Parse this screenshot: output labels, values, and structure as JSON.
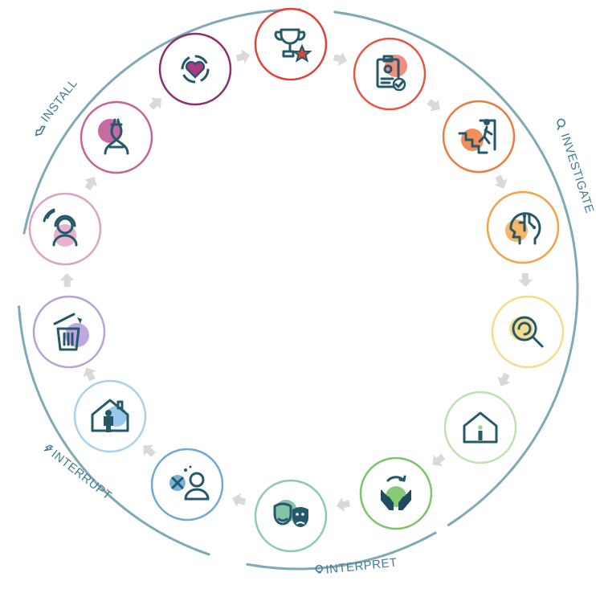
{
  "phases": [
    {
      "id": "install",
      "label": "INSTALL",
      "icon": "hand-icon"
    },
    {
      "id": "investigate",
      "label": "INVESTIGATE",
      "icon": "magnifier-icon"
    },
    {
      "id": "interpret",
      "label": "INTERPRET",
      "icon": "lightbulb-icon"
    },
    {
      "id": "interrupt",
      "label": "INTERRUPT",
      "icon": "lightning-icon"
    }
  ],
  "nodes": [
    {
      "icon": "trophy-star-icon",
      "ring_color": "#e0423a",
      "accent": "#e0423a"
    },
    {
      "icon": "clipboard-check-icon",
      "ring_color": "#e55646",
      "accent": "#f07a6a"
    },
    {
      "icon": "person-stairs-icon",
      "ring_color": "#ef7a3f",
      "accent": "#f07a3f"
    },
    {
      "icon": "head-circuit-icon",
      "ring_color": "#f4a24a",
      "accent": "#f5a84d"
    },
    {
      "icon": "magnifier-refresh-icon",
      "ring_color": "#f6dc8a",
      "accent": "#f4d67a"
    },
    {
      "icon": "house-person-icon",
      "ring_color": "#bfe0b0",
      "accent": "#9fd08d"
    },
    {
      "icon": "hands-cycle-icon",
      "ring_color": "#7cc46a",
      "accent": "#7cc46a"
    },
    {
      "icon": "theater-masks-icon",
      "ring_color": "#8ec9b3",
      "accent": "#6fb89a"
    },
    {
      "icon": "person-thought-icon",
      "ring_color": "#6fa9d6",
      "accent": "#6fa9d6"
    },
    {
      "icon": "house-person-blue-icon",
      "ring_color": "#a9d2ec",
      "accent": "#8ec3e8"
    },
    {
      "icon": "trash-can-icon",
      "ring_color": "#b7a2d6",
      "accent": "#b29ad8"
    },
    {
      "icon": "headset-person-icon",
      "ring_color": "#d9a4c3",
      "accent": "#e4a3c6"
    },
    {
      "icon": "dna-icon",
      "ring_color": "#c2659a",
      "accent": "#c05a9a"
    },
    {
      "icon": "heart-cycle-icon",
      "ring_color": "#8a2f6f",
      "accent": "#b03a82"
    }
  ]
}
